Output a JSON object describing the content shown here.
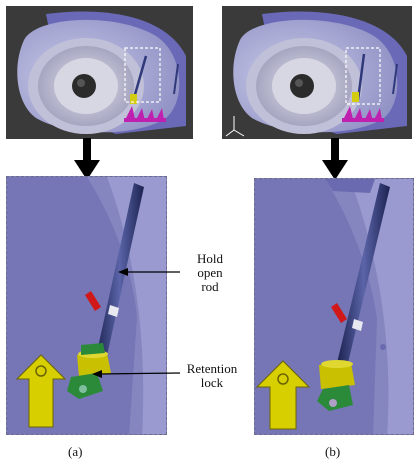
{
  "figure": {
    "callouts": {
      "hold_open_rod": [
        "Hold",
        "open",
        "rod"
      ],
      "retention_lock": [
        "Retention",
        "lock"
      ]
    },
    "captions": {
      "a": "(a)",
      "b": "(b)"
    }
  },
  "colors": {
    "background_dark": "#3a3a3a",
    "nacelle": "#a7a8d4",
    "fan_face": "#b8b8c8",
    "zoom_bg": "#8585c0",
    "rod": "#26306a",
    "lock_yellow": "#c8c000",
    "arrow_yellow": "#d8cf00",
    "lock_green": "#2a8a3a",
    "red_part": "#d01818",
    "magenta_parts": "#c020b0",
    "pointer": "#000000"
  }
}
